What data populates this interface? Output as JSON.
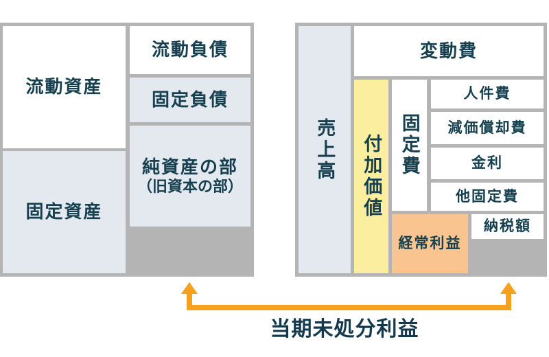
{
  "diagram_left": {
    "name": "balance-sheet",
    "boxes": {
      "current_assets": "流動資産",
      "fixed_assets": "固定資産",
      "current_liabilities": "流動負債",
      "fixed_liabilities": "固定負債",
      "net_assets_line1": "純資産の部",
      "net_assets_line2": "（旧資本の部）"
    }
  },
  "diagram_right": {
    "name": "profit-structure",
    "boxes": {
      "sales": "売上高",
      "variable_costs": "変動費",
      "added_value": "付加価値",
      "fixed_costs": "固定費",
      "personnel_costs": "人件費",
      "depreciation": "減価償却費",
      "interest": "金利",
      "other_fixed_costs": "他固定費",
      "tax_amount": "納税額",
      "ordinary_profit": "経常利益"
    }
  },
  "annotation": {
    "label": "当期未処分利益"
  },
  "colors": {
    "background_gray": "#b4b4b4",
    "light_blue": "#e4e9f0",
    "yellow": "#fcee9f",
    "orange_box": "#f9c48f",
    "arrow_orange": "#f5a01f",
    "text": "#16404f",
    "white": "#ffffff"
  }
}
